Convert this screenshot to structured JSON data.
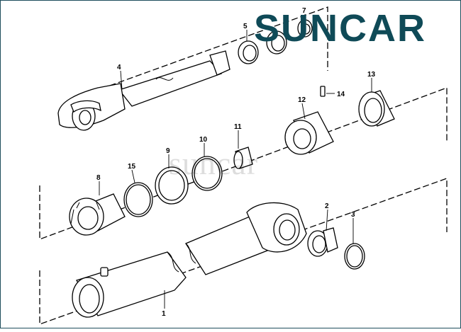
{
  "brand": {
    "logo_text": "SUNCAR",
    "watermark": "suncar",
    "color": "#0f4a57"
  },
  "callouts": [
    "1",
    "2",
    "3",
    "4",
    "5",
    "7",
    "8",
    "9",
    "10",
    "11",
    "12",
    "13",
    "14",
    "15"
  ]
}
